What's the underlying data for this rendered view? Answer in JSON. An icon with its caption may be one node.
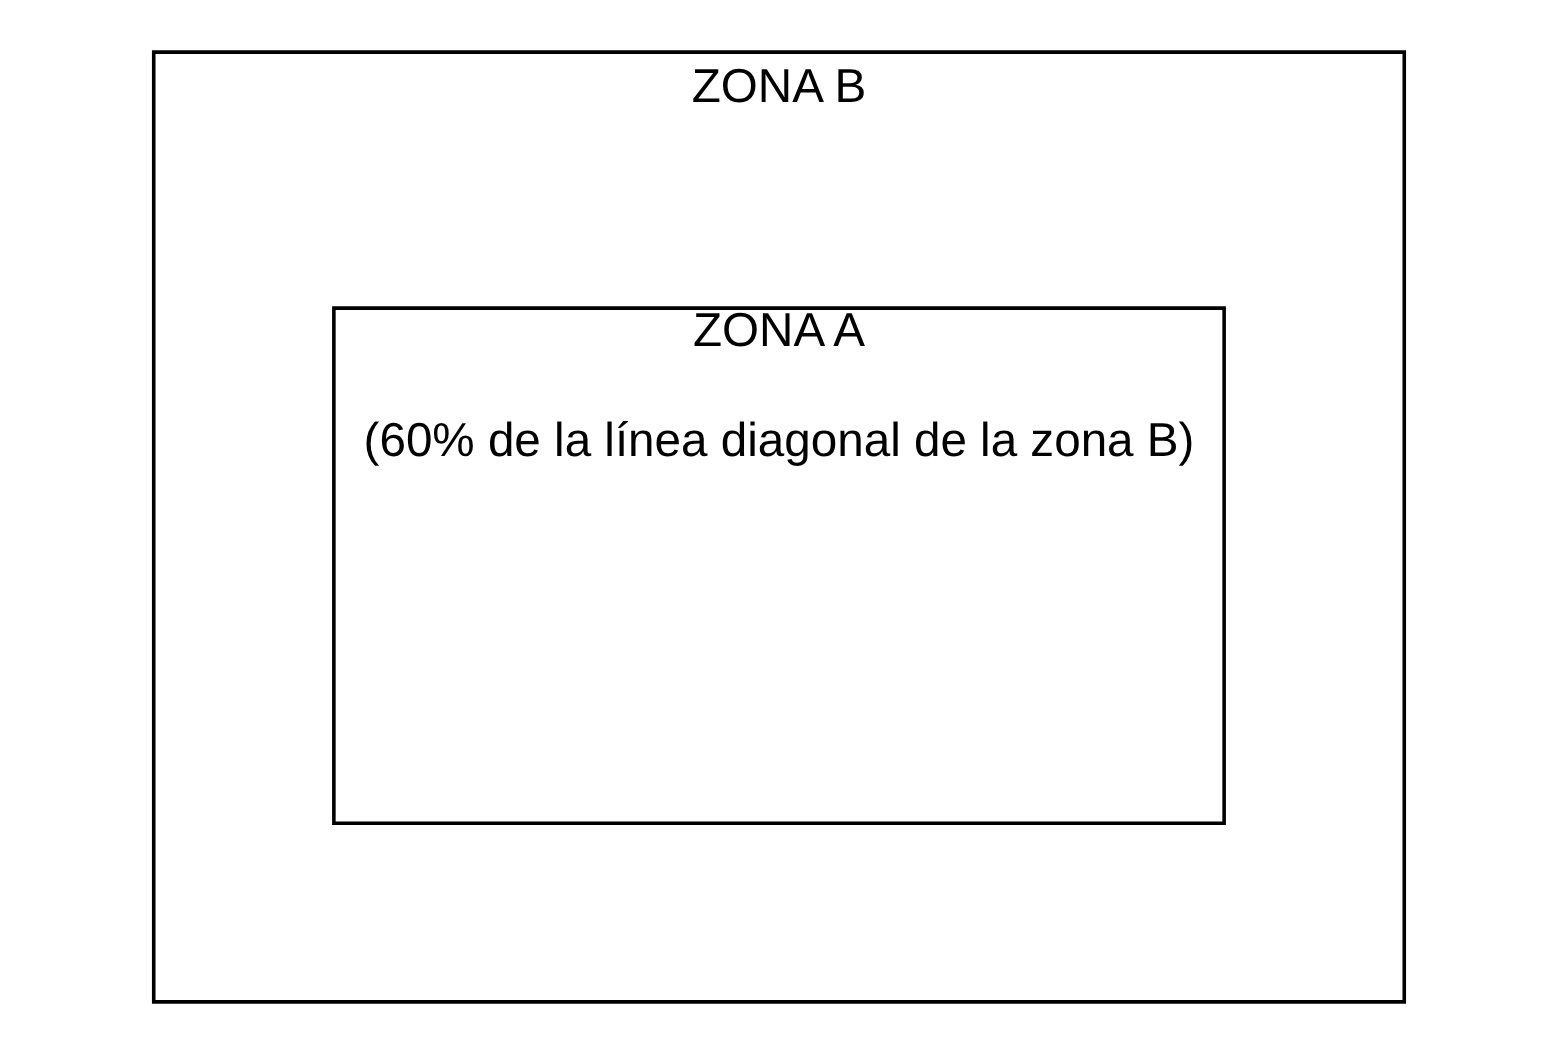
{
  "diagram": {
    "nodes": [
      {
        "text": [
          "ZONA B"
        ]
      },
      {
        "text": [
          "ZONA A",
          "(60% de la línea diagonal de la zona B)"
        ],
        "in": 0
      }
    ]
  }
}
